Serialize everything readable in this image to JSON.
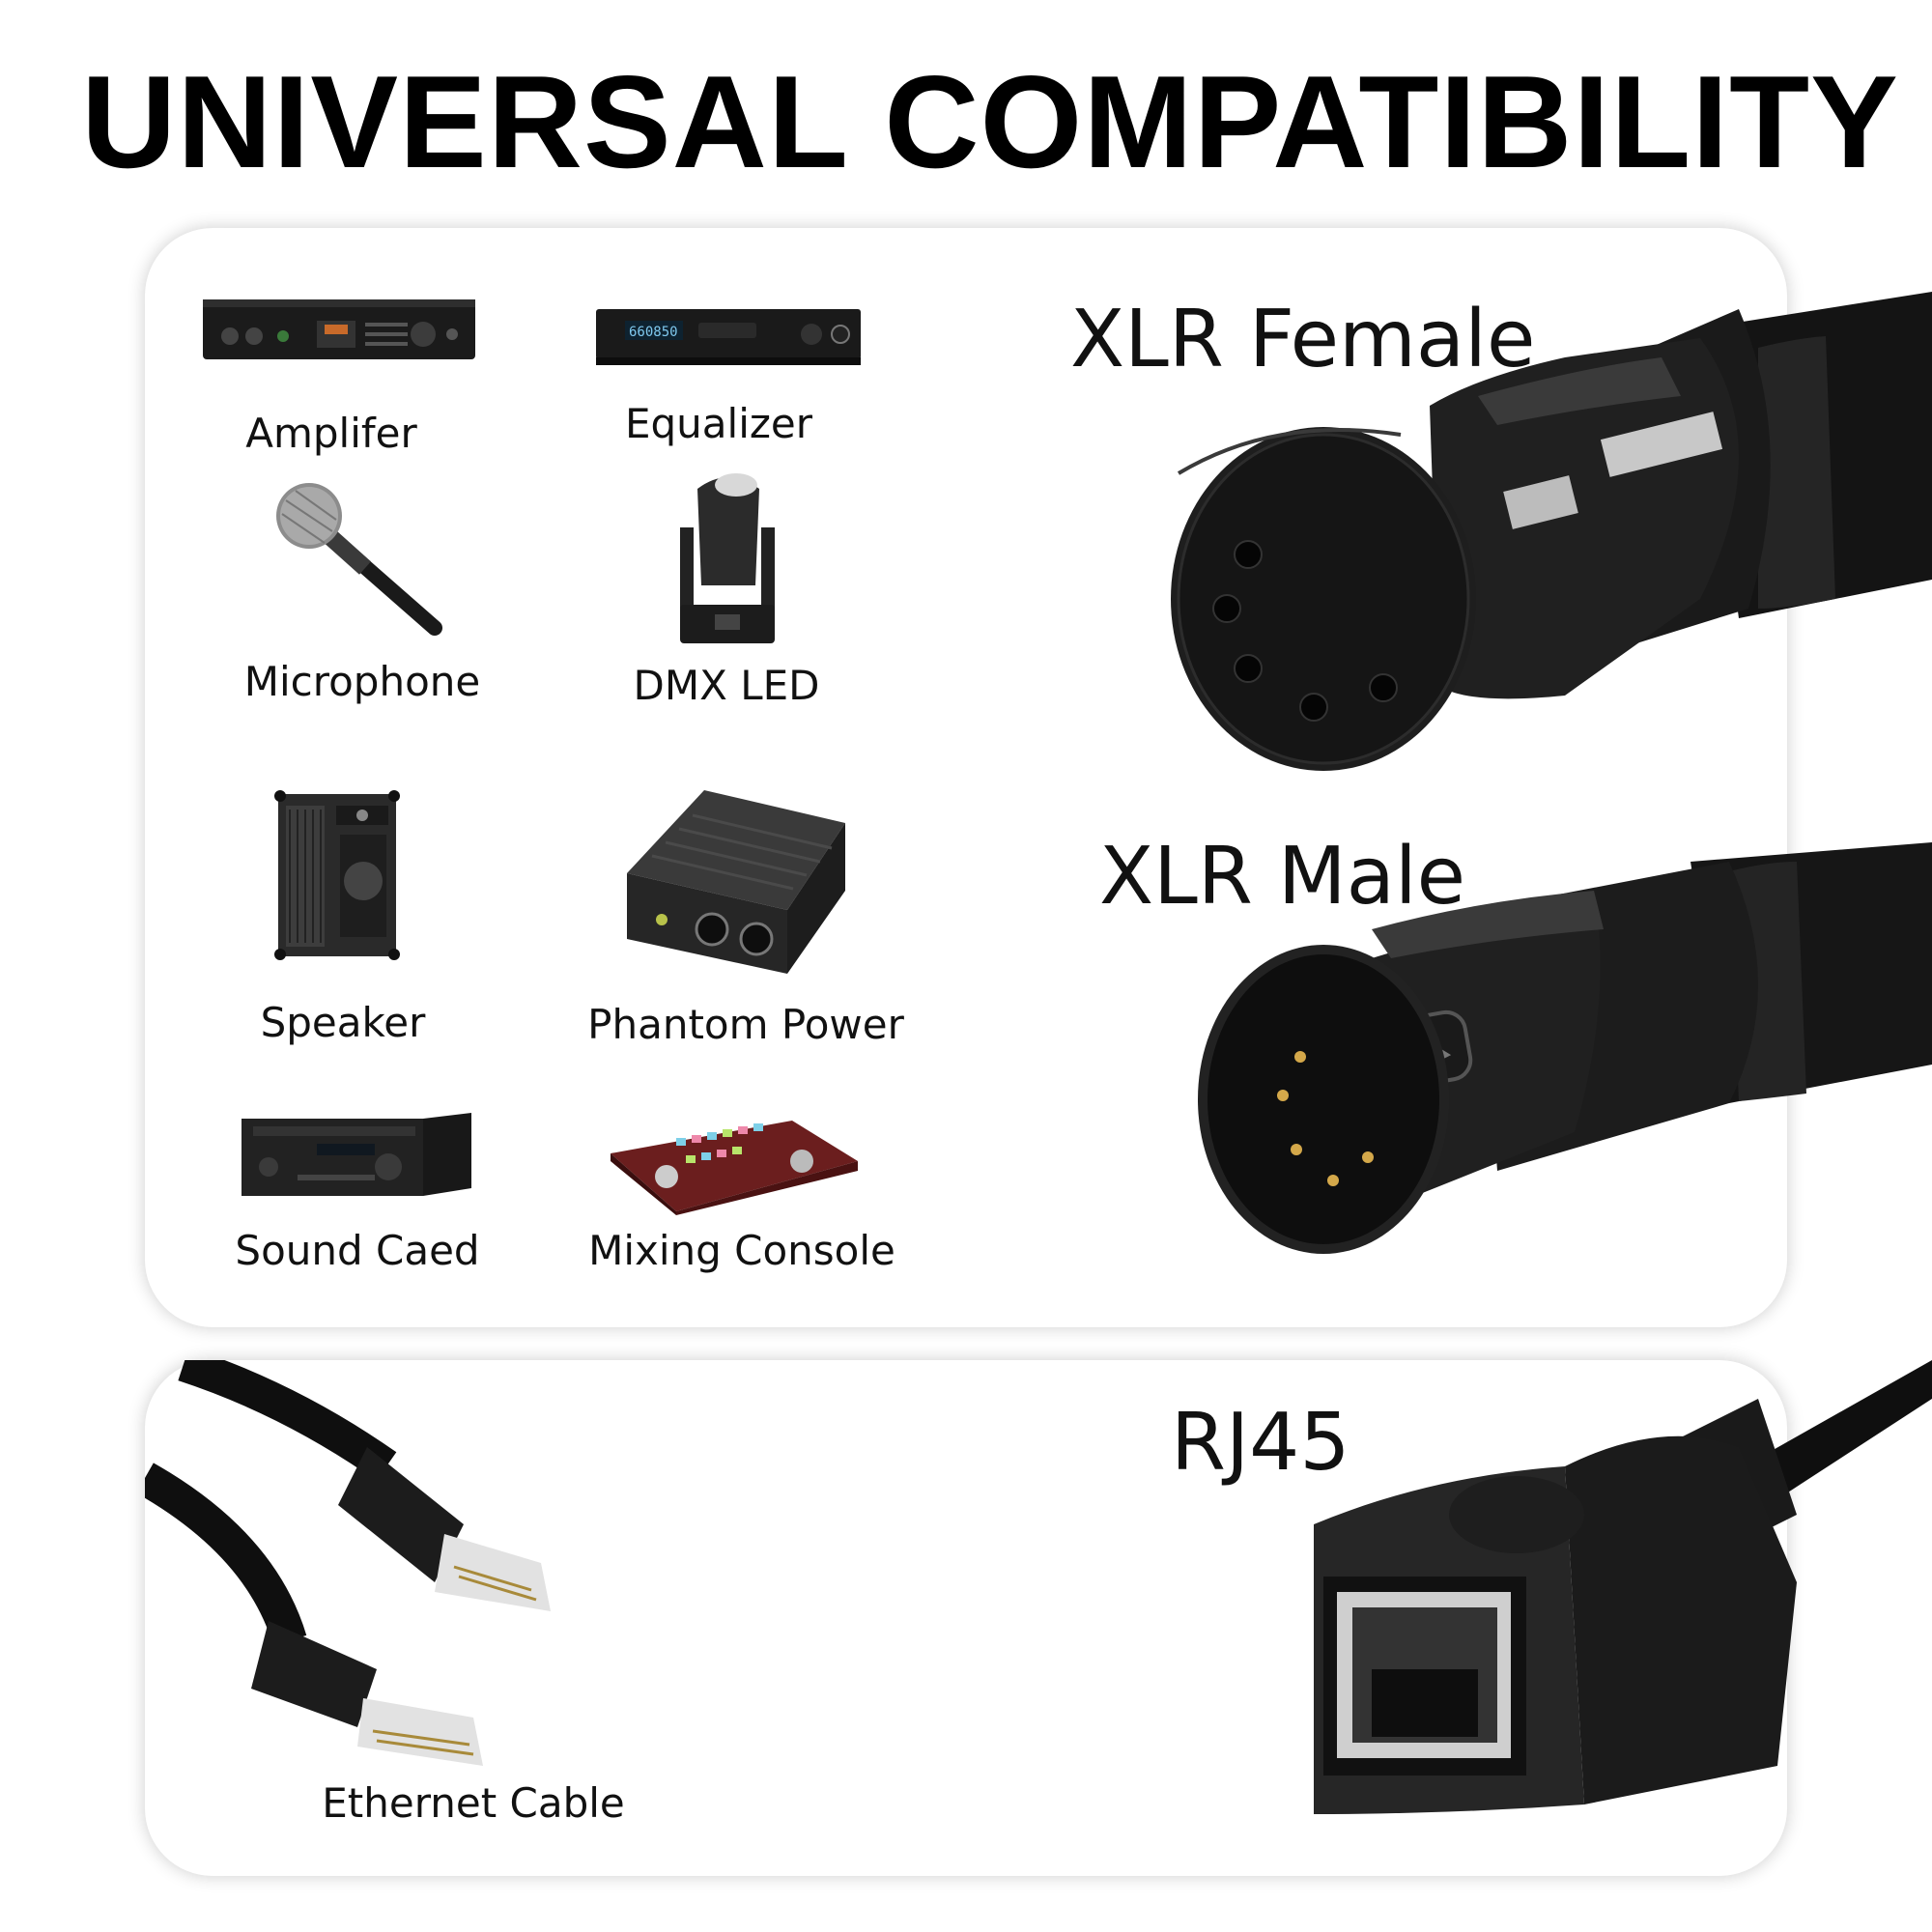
{
  "title": "UNIVERSAL COMPATIBILITY",
  "devices": {
    "amplifier": "Amplifer",
    "equalizer": "Equalizer",
    "microphone": "Microphone",
    "dmx_led": "DMX LED",
    "speaker": "Speaker",
    "phantom_power": "Phantom Power",
    "sound_card": "Sound Caed",
    "mixing_console": "Mixing Console"
  },
  "connectors": {
    "xlr_female": "XLR Female",
    "xlr_male": "XLR Male",
    "rj45": "RJ45",
    "ethernet_cable": "Ethernet Cable"
  },
  "equalizer_display": "660850"
}
